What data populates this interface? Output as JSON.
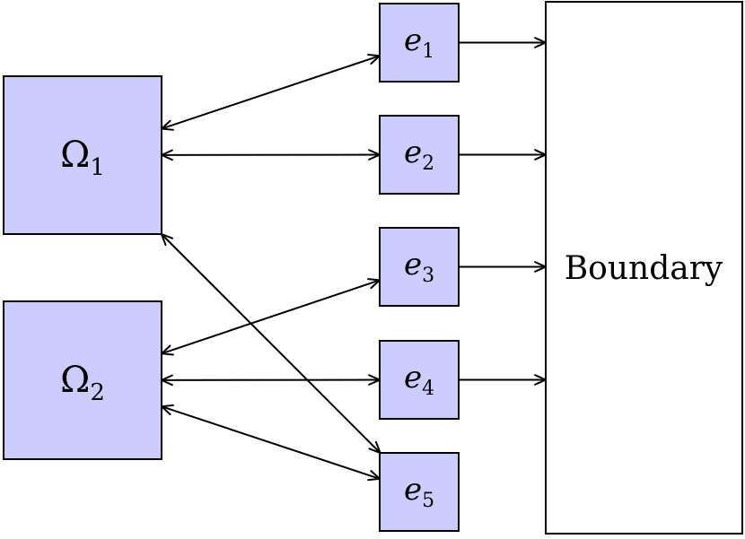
{
  "colors": {
    "node_fill": "#ccccff",
    "boundary_fill": "#ffffff",
    "stroke": "#000000"
  },
  "nodes": {
    "omega1": {
      "base": "Ω",
      "sub": "1"
    },
    "omega2": {
      "base": "Ω",
      "sub": "2"
    },
    "e1": {
      "base": "e",
      "sub": "1"
    },
    "e2": {
      "base": "e",
      "sub": "2"
    },
    "e3": {
      "base": "e",
      "sub": "3"
    },
    "e4": {
      "base": "e",
      "sub": "4"
    },
    "e5": {
      "base": "e",
      "sub": "5"
    },
    "boundary": {
      "label": "Boundary"
    }
  },
  "edges": [
    {
      "from": "omega1",
      "to": "e1",
      "direction": "both"
    },
    {
      "from": "omega1",
      "to": "e2",
      "direction": "both"
    },
    {
      "from": "omega1",
      "to": "e5",
      "direction": "both"
    },
    {
      "from": "omega2",
      "to": "e3",
      "direction": "both"
    },
    {
      "from": "omega2",
      "to": "e4",
      "direction": "both"
    },
    {
      "from": "omega2",
      "to": "e5",
      "direction": "both"
    },
    {
      "from": "e1",
      "to": "boundary",
      "direction": "forward"
    },
    {
      "from": "e2",
      "to": "boundary",
      "direction": "forward"
    },
    {
      "from": "e3",
      "to": "boundary",
      "direction": "forward"
    },
    {
      "from": "e4",
      "to": "boundary",
      "direction": "forward"
    }
  ]
}
